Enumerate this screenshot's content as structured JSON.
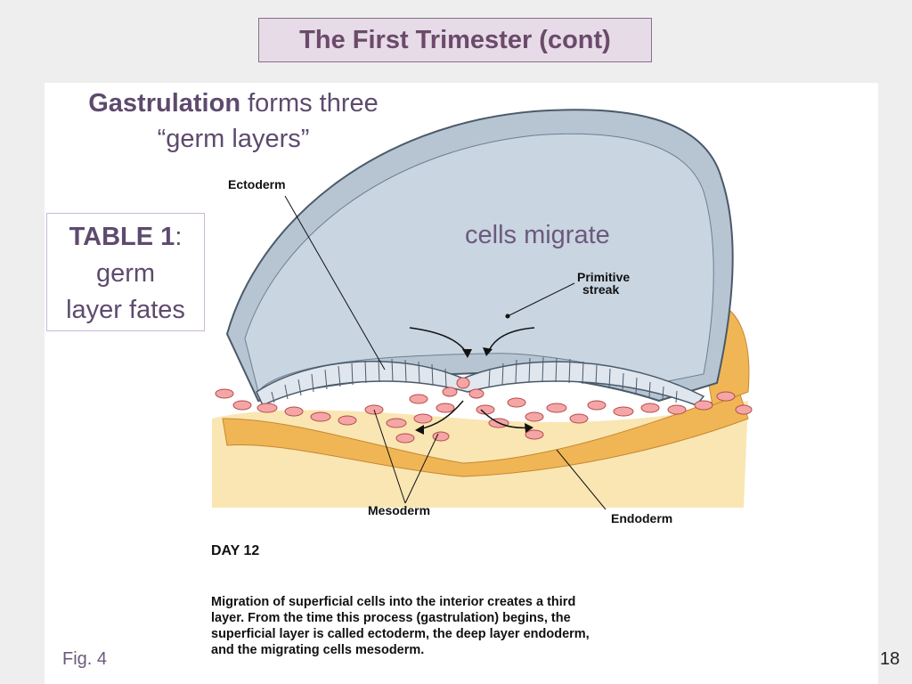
{
  "slide": {
    "title": "The First Trimester (cont)",
    "headline_bold": "Gastrulation",
    "headline_rest": " forms three",
    "headline_line2": "“germ layers”",
    "table_bold": "TABLE 1",
    "table_colon": ":",
    "table_line2": "germ",
    "table_line3": "layer fates",
    "annotation": "cells migrate",
    "fig_label": "Fig. 4",
    "page_number": "18"
  },
  "figure": {
    "labels": {
      "ectoderm": "Ectoderm",
      "primitive_1": "Primitive",
      "primitive_2": "streak",
      "mesoderm": "Mesoderm",
      "endoderm": "Endoderm"
    },
    "day": "DAY 12",
    "caption": "Migration of superficial cells into the interior creates a third layer. From the time this process (gastrulation) begins, the superficial layer is called ectoderm, the deep layer endoderm, and the migrating cells mesoderm."
  },
  "colors": {
    "title_text": "#6b4a6b",
    "body_text": "#5e4a6e",
    "ectoderm_fill": "#b7c5d3",
    "mesoderm_cell": "#f4a6a6",
    "endoderm_fill": "#f2c56f"
  }
}
